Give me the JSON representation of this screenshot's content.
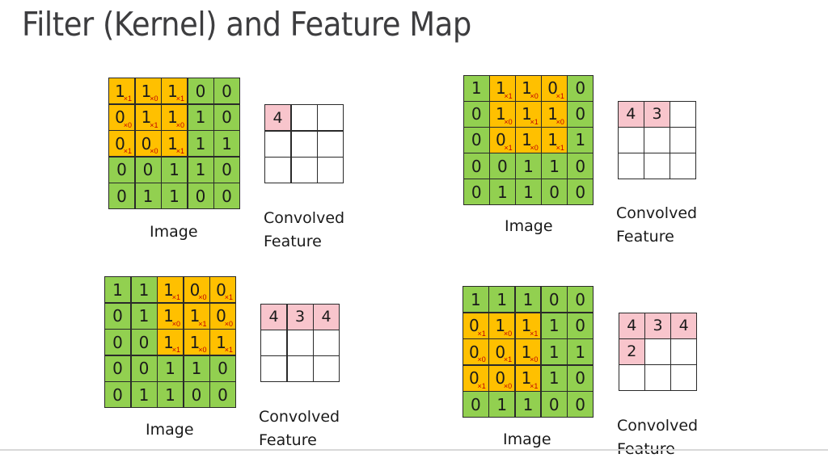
{
  "title": "Filter (Kernel) and Feature Map",
  "kernel": [
    [
      1,
      0,
      1
    ],
    [
      0,
      1,
      0
    ],
    [
      1,
      0,
      1
    ]
  ],
  "image": [
    [
      1,
      1,
      1,
      0,
      0
    ],
    [
      0,
      1,
      1,
      1,
      0
    ],
    [
      0,
      0,
      1,
      1,
      1
    ],
    [
      0,
      0,
      1,
      1,
      0
    ],
    [
      0,
      1,
      1,
      0,
      0
    ]
  ],
  "colors": {
    "image_cell": "#92d050",
    "kernel_window": "#ffc000",
    "kernel_weight_text": "#c00000",
    "feature_filled": "#f8c5cc",
    "feature_empty": "#ffffff"
  },
  "panels": [
    {
      "id": "step-1",
      "kernel_row": 0,
      "kernel_col": 0,
      "image_label": "Image",
      "feature_label_line1": "Convolved",
      "feature_label_line2": "Feature",
      "feature": [
        [
          "4",
          "",
          ""
        ],
        [
          "",
          "",
          ""
        ],
        [
          "",
          "",
          ""
        ]
      ]
    },
    {
      "id": "step-2",
      "kernel_row": 0,
      "kernel_col": 1,
      "image_label": "Image",
      "feature_label_line1": "Convolved",
      "feature_label_line2": "Feature",
      "feature": [
        [
          "4",
          "3",
          ""
        ],
        [
          "",
          "",
          ""
        ],
        [
          "",
          "",
          ""
        ]
      ]
    },
    {
      "id": "step-3",
      "kernel_row": 0,
      "kernel_col": 2,
      "image_label": "Image",
      "feature_label_line1": "Convolved",
      "feature_label_line2": "Feature",
      "feature": [
        [
          "4",
          "3",
          "4"
        ],
        [
          "",
          "",
          ""
        ],
        [
          "",
          "",
          ""
        ]
      ]
    },
    {
      "id": "step-4",
      "kernel_row": 1,
      "kernel_col": 0,
      "image_label": "Image",
      "feature_label_line1": "Convolved",
      "feature_label_line2": "Feature",
      "feature": [
        [
          "4",
          "3",
          "4"
        ],
        [
          "2",
          "",
          ""
        ],
        [
          "",
          "",
          ""
        ]
      ]
    }
  ]
}
